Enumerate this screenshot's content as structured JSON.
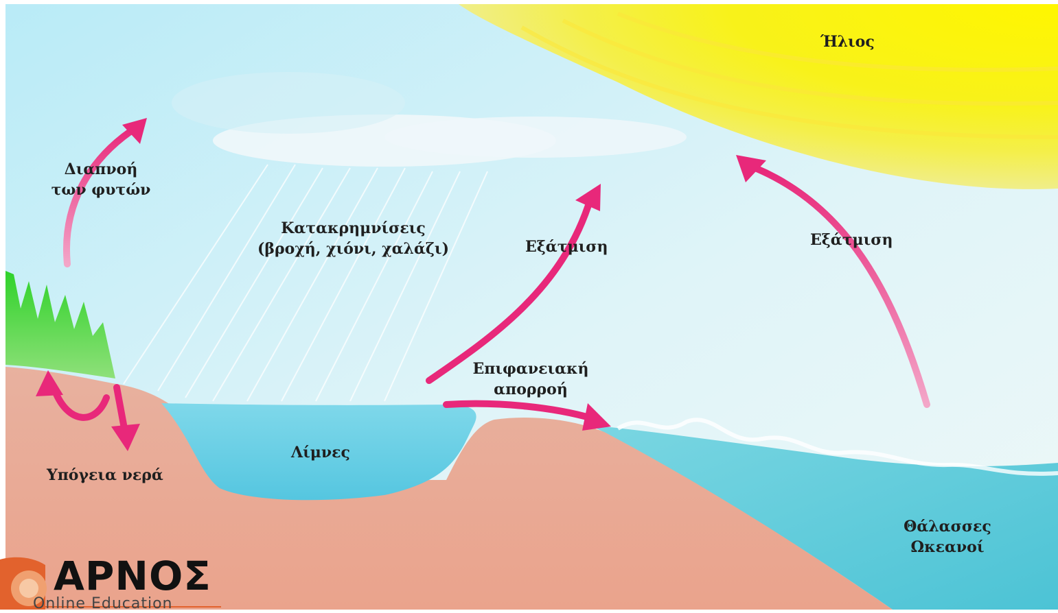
{
  "labels": {
    "sun": "Ήλιος",
    "transpiration_line1": "Διαπνοή",
    "transpiration_line2": "των φυτών",
    "precipitation_line1": "Κατακρημνίσεις",
    "precipitation_line2": "(βροχή, χιόνι, χαλάζι)",
    "evaporation_lakes": "Εξάτμιση",
    "evaporation_sea": "Εξάτμιση",
    "runoff_line1": "Επιφανειακή",
    "runoff_line2": "απορροή",
    "lakes": "Λίμνες",
    "groundwater": "Υπόγεια νερά",
    "seas_line1": "Θάλασσες",
    "seas_line2": "Ωκεανοί"
  },
  "logo": {
    "name": "ΑΡΝΟΣ",
    "tagline": "Online Education"
  },
  "colors": {
    "arrow": "#e8287a",
    "sky": "#cdeef6",
    "sun": "#f5f016",
    "earth": "#e9a892",
    "lake": "#66cfe6",
    "sea": "#62cbd8",
    "vegetation": "#3fd03a",
    "logo_accent": "#e2622d"
  }
}
